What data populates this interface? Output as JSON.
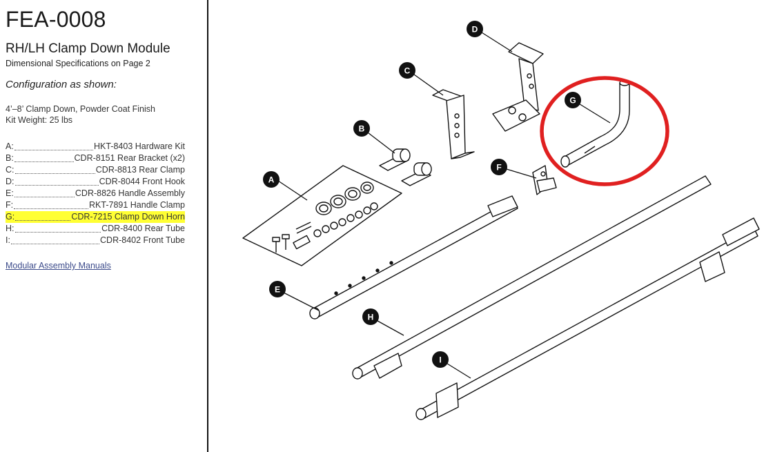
{
  "doc": {
    "id": "FEA-0008",
    "subtitle": "RH/LH Clamp Down Module",
    "dim_spec": "Dimensional Specifications on Page 2",
    "config_heading": "Configuration as shown:",
    "config_line1": "4’–8’ Clamp Down, Powder Coat Finish",
    "config_line2": "Kit Weight: 25 lbs"
  },
  "parts": [
    {
      "letter": "A:",
      "name": "HKT-8403 Hardware Kit"
    },
    {
      "letter": "B:",
      "name": "CDR-8151 Rear Bracket (x2)"
    },
    {
      "letter": "C:",
      "name": "CDR-8813 Rear Clamp"
    },
    {
      "letter": "D:",
      "name": "CDR-8044 Front Hook"
    },
    {
      "letter": "E:",
      "name": "CDR-8826 Handle Assembly"
    },
    {
      "letter": "F:",
      "name": "RKT-7891 Handle Clamp"
    },
    {
      "letter": "G:",
      "name": "CDR-7215 Clamp Down Horn",
      "highlighted": true
    },
    {
      "letter": "H:",
      "name": "CDR-8400 Rear Tube"
    },
    {
      "letter": "I:",
      "name": "CDR-8402 Front Tube"
    }
  ],
  "link": "Modular Assembly Manuals",
  "callouts": {
    "a": "A",
    "b": "B",
    "c": "C",
    "d": "D",
    "e": "E",
    "f": "F",
    "g": "G",
    "h": "H",
    "i": "I"
  },
  "colors": {
    "highlight": "#ffff33",
    "circle": "#e02020",
    "link": "#3b4a8a"
  }
}
